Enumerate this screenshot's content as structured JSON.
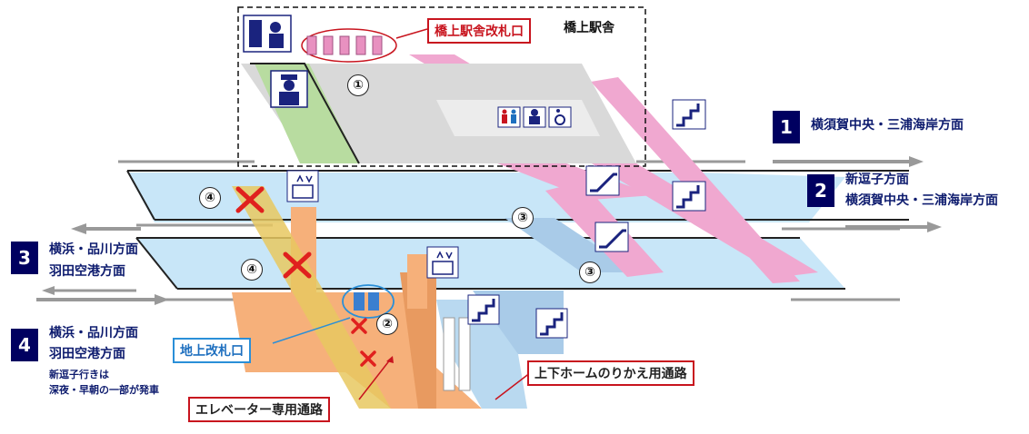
{
  "station_building": {
    "title": "橋上駅舎",
    "gate_label": "橋上駅舎改札口",
    "gate_number": "①"
  },
  "ground_gate": {
    "label": "地上改札口",
    "number": "②"
  },
  "markers": {
    "stairs_3a": "③",
    "stairs_3b": "③",
    "elevator_4a": "④",
    "elevator_4b": "④"
  },
  "callouts": {
    "elevator_passage": "エレベーター専用通路",
    "transfer_passage": "上下ホームのりかえ用通路"
  },
  "platforms": [
    {
      "number": "1",
      "lines": [
        "横須賀中央・三浦海岸方面"
      ]
    },
    {
      "number": "2",
      "lines": [
        "新逗子方面",
        "横須賀中央・三浦海岸方面"
      ]
    },
    {
      "number": "3",
      "lines": [
        "横浜・品川方面",
        "羽田空港方面"
      ]
    },
    {
      "number": "4",
      "lines": [
        "横浜・品川方面",
        "羽田空港方面"
      ],
      "notes": [
        "新逗子行きは",
        "深夜・早朝の一部が発車"
      ]
    }
  ],
  "icons": [
    "ticket-machine-icon",
    "station-staff-icon",
    "ticket-gate-icon",
    "restroom-icon",
    "baby-room-icon",
    "accessible-icon",
    "stairs-icon",
    "escalator-icon",
    "elevator-icon",
    "closed-x-icon"
  ],
  "colors": {
    "platform": "#c8e6f8",
    "concourse": "#d9d9d9",
    "stairs": "#f0a8d0",
    "underpass": "#f6b07a",
    "accent_red": "#c8141e",
    "navy": "#000060",
    "green": "#b8dca0"
  }
}
